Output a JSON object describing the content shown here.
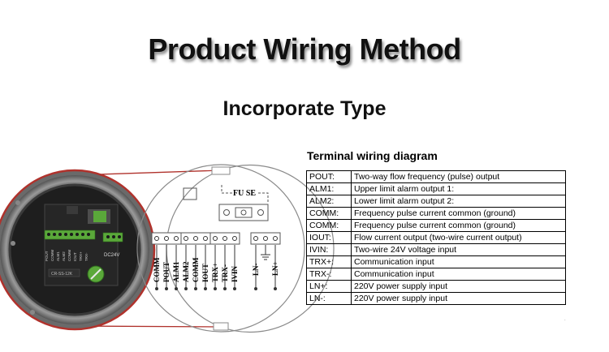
{
  "title": "Product Wiring Method",
  "subtitle": "Incorporate Type",
  "terminal_diagram_title": "Terminal wiring diagram",
  "terminal_table": [
    {
      "terminal": "POUT:",
      "description": "Two-way flow frequency (pulse) output"
    },
    {
      "terminal": "ALM1:",
      "description": "Upper limit alarm  output 1:"
    },
    {
      "terminal": "ALM2:",
      "description": "Lower limit alarm  output 2:"
    },
    {
      "terminal": "COMM:",
      "description": "Frequency pulse current common (ground)"
    },
    {
      "terminal": "COMM:",
      "description": "Frequency pulse current common (ground)"
    },
    {
      "terminal": "IOUT:",
      "description": "Flow current output (two-wire current output)"
    },
    {
      "terminal": "IVIN:",
      "description": "Two-wire 24V voltage input"
    },
    {
      "terminal": "TRX+:",
      "description": "Communication input"
    },
    {
      "terminal": "TRX-:",
      "description": "Communication input"
    },
    {
      "terminal": "LN+:",
      "description": "220V power supply input"
    },
    {
      "terminal": "LN-:",
      "description": "220V power supply input"
    }
  ],
  "board": {
    "fuse_label": "FU SE",
    "terminal_labels": [
      "COMM",
      "POUT",
      "ALM1",
      "ALM2",
      "COMM",
      "IOUT",
      "TRX+",
      "TRX-",
      "IVIN"
    ],
    "power_labels": [
      "LN-",
      "LN+"
    ]
  },
  "photo": {
    "dc_label": "DC24V",
    "plate_label": "CR-SS-12K"
  },
  "colors": {
    "frame_red": "#b0322c",
    "terminal_green": "#5aa83a"
  }
}
